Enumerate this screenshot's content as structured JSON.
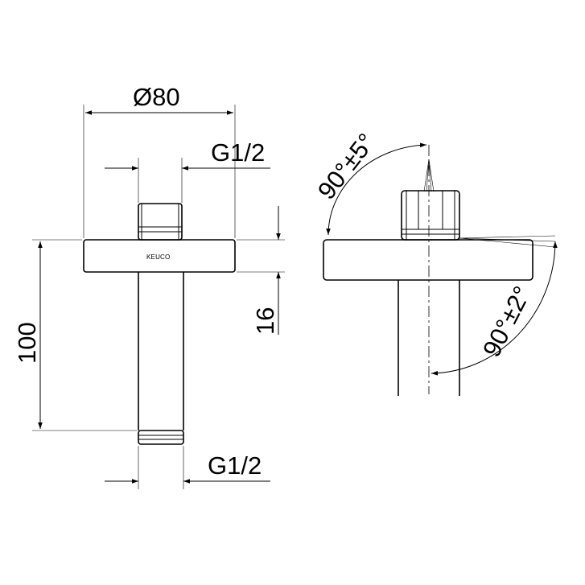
{
  "drawing": {
    "brand_label": "KEUCO",
    "dimensions": {
      "diameter": "Ø80",
      "thread_top": "G1/2",
      "thread_bottom": "G1/2",
      "height_total": "100",
      "rose_height": "16",
      "angle_vertical": "90°±5°",
      "angle_horizontal": "90°±2°"
    }
  }
}
